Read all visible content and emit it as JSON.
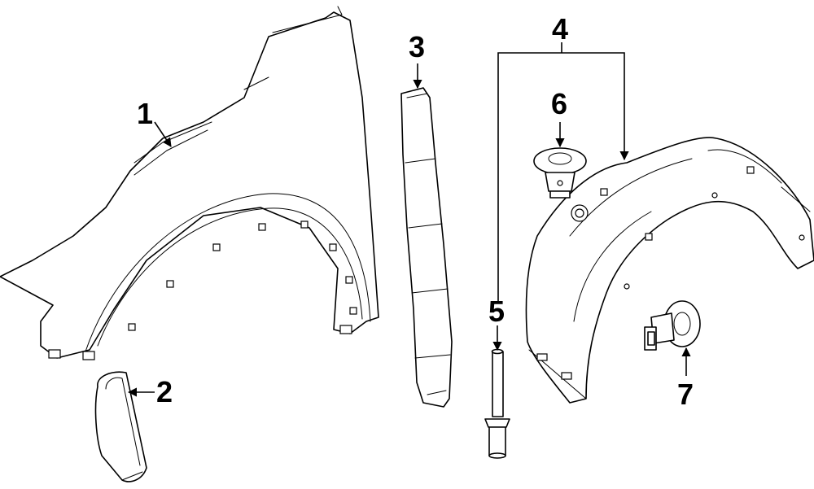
{
  "colors": {
    "line": "#000000",
    "background": "#ffffff"
  },
  "callouts": [
    {
      "id": "callout-1",
      "label": "1"
    },
    {
      "id": "callout-2",
      "label": "2"
    },
    {
      "id": "callout-3",
      "label": "3"
    },
    {
      "id": "callout-4",
      "label": "4"
    },
    {
      "id": "callout-5",
      "label": "5"
    },
    {
      "id": "callout-6",
      "label": "6"
    },
    {
      "id": "callout-7",
      "label": "7"
    }
  ]
}
